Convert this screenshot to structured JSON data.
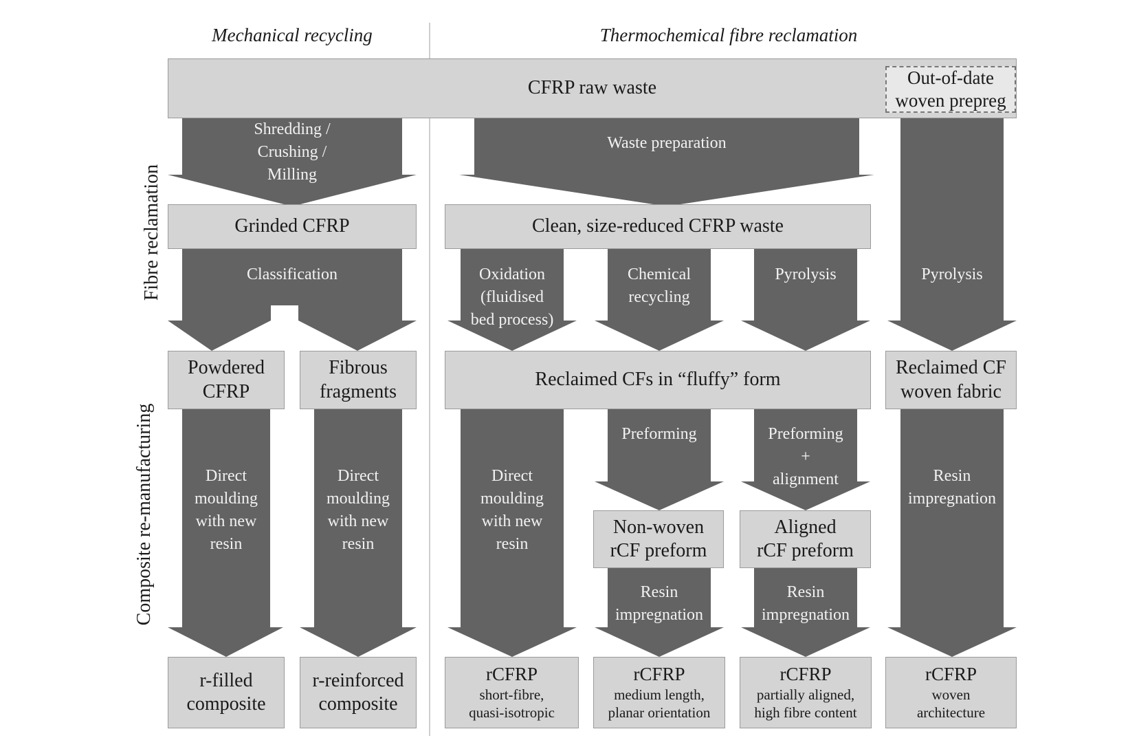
{
  "colors": {
    "arrow": "#636363",
    "box_fill": "#d4d4d4",
    "box_border": "#9a9a9a",
    "divider": "#bdbdbd"
  },
  "sections": {
    "mechanical": "Mechanical recycling",
    "thermochemical": "Thermochemical fibre reclamation"
  },
  "side_labels": {
    "top": "Fibre reclamation",
    "bottom": "Composite re-manufacturing"
  },
  "nodes": {
    "raw_waste": "CFRP raw waste",
    "out_of_date": [
      "Out-of-date",
      "woven prepreg"
    ],
    "grinded": "Grinded CFRP",
    "clean": "Clean, size-reduced CFRP waste",
    "powdered": [
      "Powdered",
      "CFRP"
    ],
    "fibrous": [
      "Fibrous",
      "fragments"
    ],
    "fluffy": "Reclaimed CFs in “fluffy” form",
    "reclaimed_woven": [
      "Reclaimed CF",
      "woven fabric"
    ],
    "nonwoven_preform": [
      "Non-woven",
      "rCF preform"
    ],
    "aligned_preform": [
      "Aligned",
      "rCF preform"
    ],
    "r_filled": [
      "r-filled",
      "composite"
    ],
    "r_reinforced": [
      "r-reinforced",
      "composite"
    ],
    "out_short": {
      "title": "rCFRP",
      "lines": [
        "short-fibre,",
        "quasi-isotropic"
      ]
    },
    "out_medium": {
      "title": "rCFRP",
      "lines": [
        "medium length,",
        "planar orientation"
      ]
    },
    "out_aligned": {
      "title": "rCFRP",
      "lines": [
        "partially aligned,",
        "high fibre content"
      ]
    },
    "out_woven": {
      "title": "rCFRP",
      "lines": [
        "woven",
        "architecture"
      ]
    }
  },
  "processes": {
    "shredding": [
      "Shredding /",
      "Crushing /",
      "Milling"
    ],
    "waste_prep": [
      "Waste preparation"
    ],
    "classification": [
      "Classification"
    ],
    "oxidation": [
      "Oxidation",
      "(fluidised",
      "bed process)"
    ],
    "chemical": [
      "Chemical",
      "recycling"
    ],
    "pyrolysis1": [
      "Pyrolysis"
    ],
    "pyrolysis2": [
      "Pyrolysis"
    ],
    "direct1": [
      "Direct",
      "moulding",
      "with new",
      "resin"
    ],
    "direct2": [
      "Direct",
      "moulding",
      "with new",
      "resin"
    ],
    "direct3": [
      "Direct",
      "moulding",
      "with new",
      "resin"
    ],
    "preforming": [
      "Preforming"
    ],
    "preforming_align": [
      "Preforming",
      "+",
      "alignment"
    ],
    "resin_imp1": [
      "Resin",
      "impregnation"
    ],
    "resin_imp2": [
      "Resin",
      "impregnation"
    ],
    "resin_imp3": [
      "Resin",
      "impregnation"
    ]
  }
}
